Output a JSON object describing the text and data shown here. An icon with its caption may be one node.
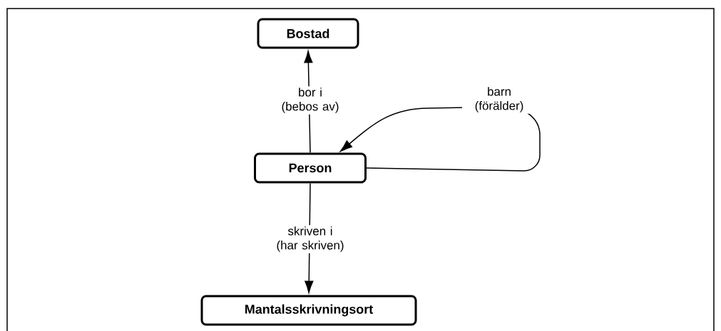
{
  "diagram": {
    "nodes": [
      {
        "text": [
          "Bostad"
        ]
      },
      {
        "text": [
          "Person"
        ]
      },
      {
        "text": [
          "Mantalsskrivningsort"
        ]
      }
    ],
    "edges": [
      {
        "from": 1,
        "to": 0,
        "arrow": "to",
        "label": "bor i (bebos av)"
      },
      {
        "from": 1,
        "to": 1,
        "arrow": "to",
        "label": "barn (förälder)"
      },
      {
        "from": 1,
        "to": 2,
        "arrow": "to",
        "label": "skriven i (har skriven)"
      }
    ]
  }
}
